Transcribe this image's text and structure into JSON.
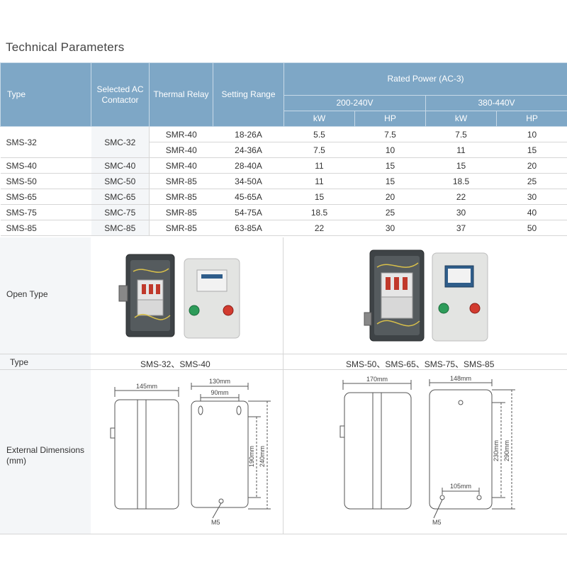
{
  "title": "Technical Parameters",
  "headers": {
    "type": "Type",
    "contactor": "Selected AC Contactor",
    "relay": "Thermal Relay",
    "range": "Setting Range",
    "rated": "Rated Power (AC-3)",
    "v1": "200-240V",
    "v2": "380-440V",
    "kw": "kW",
    "hp": "HP"
  },
  "rows": [
    {
      "type": "SMS-32",
      "contactor": "SMC-32",
      "relay": "SMR-40",
      "range": "18-26A",
      "kw1": "5.5",
      "hp1": "7.5",
      "kw2": "7.5",
      "hp2": "10"
    },
    {
      "relay": "SMR-40",
      "range": "24-36A",
      "kw1": "7.5",
      "hp1": "10",
      "kw2": "11",
      "hp2": "15"
    },
    {
      "type": "SMS-40",
      "contactor": "SMC-40",
      "relay": "SMR-40",
      "range": "28-40A",
      "kw1": "11",
      "hp1": "15",
      "kw2": "15",
      "hp2": "20"
    },
    {
      "type": "SMS-50",
      "contactor": "SMC-50",
      "relay": "SMR-85",
      "range": "34-50A",
      "kw1": "11",
      "hp1": "15",
      "kw2": "18.5",
      "hp2": "25"
    },
    {
      "type": "SMS-65",
      "contactor": "SMC-65",
      "relay": "SMR-85",
      "range": "45-65A",
      "kw1": "15",
      "hp1": "20",
      "kw2": "22",
      "hp2": "30"
    },
    {
      "type": "SMS-75",
      "contactor": "SMC-75",
      "relay": "SMR-85",
      "range": "54-75A",
      "kw1": "18.5",
      "hp1": "25",
      "kw2": "30",
      "hp2": "40"
    },
    {
      "type": "SMS-85",
      "contactor": "SMC-85",
      "relay": "SMR-85",
      "range": "63-85A",
      "kw1": "22",
      "hp1": "30",
      "kw2": "37",
      "hp2": "50"
    }
  ],
  "open_type_label": "Open Type",
  "type_label": "Type",
  "type_left": "SMS-32、SMS-40",
  "type_right": "SMS-50、SMS-65、SMS-75、SMS-85",
  "dims_label": "External Dimensions (mm)",
  "dims_left": {
    "w1": "145mm",
    "w2": "130mm",
    "w3": "90mm",
    "h1": "190mm",
    "h2": "240mm",
    "screw": "M5"
  },
  "dims_right": {
    "w1": "170mm",
    "w2": "148mm",
    "w3": "105mm",
    "h1": "230mm",
    "h2": "290mm",
    "screw": "M5"
  },
  "colors": {
    "header": "#7ea7c6",
    "label_bg": "#f4f6f8",
    "divider": "#d6d6d6"
  }
}
